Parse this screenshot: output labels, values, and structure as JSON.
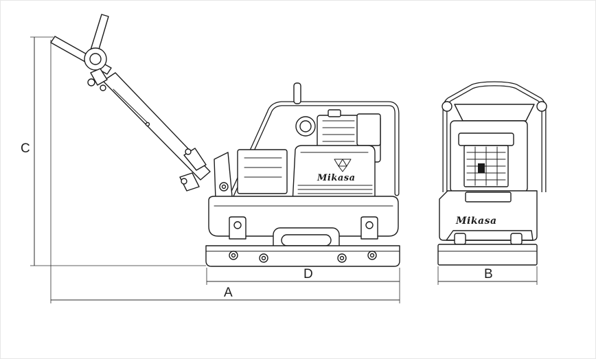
{
  "dimensions": {
    "a": "A",
    "b": "B",
    "c": "C",
    "d": "D"
  },
  "brand": {
    "side": "Mikasa",
    "front": "Mikasa"
  },
  "colors": {
    "line": "#1c1c1c",
    "background": "#ffffff"
  }
}
